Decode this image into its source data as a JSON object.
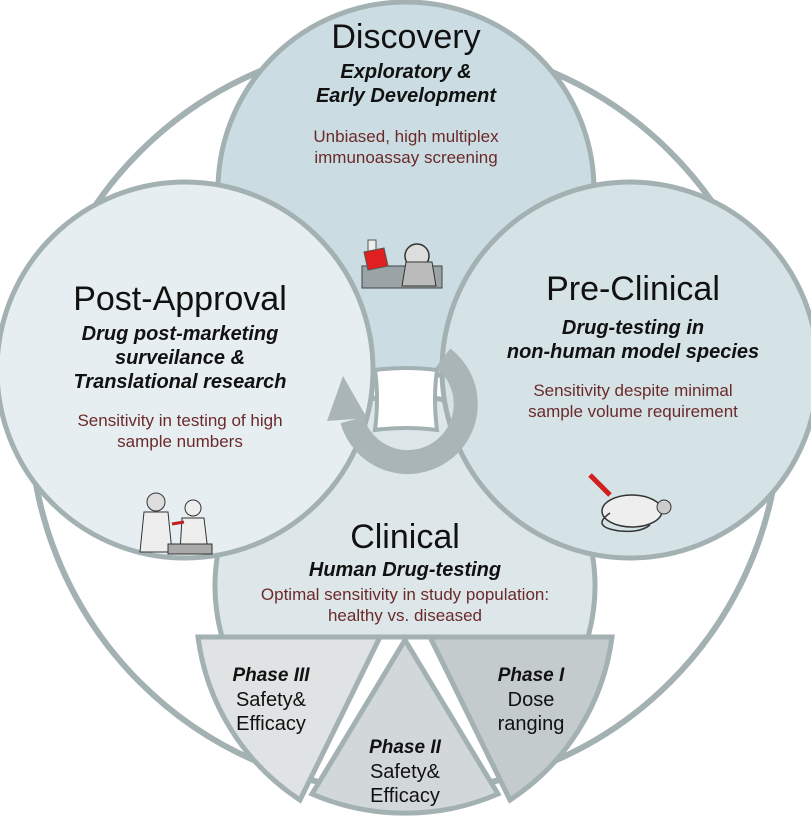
{
  "stages": {
    "discovery": {
      "title": "Discovery",
      "subtitle_line1": "Exploratory &",
      "subtitle_line2": "Early Development",
      "desc_line1": "Unbiased, high multiplex",
      "desc_line2": "immunoassay screening",
      "icon": "scientist-with-flask-icon"
    },
    "preclinical": {
      "title": "Pre-Clinical",
      "subtitle_line1": "Drug-testing in",
      "subtitle_line2": "non-human model species",
      "desc_line1": "Sensitivity despite minimal",
      "desc_line2": "sample volume requirement",
      "icon": "rat-with-syringe-icon"
    },
    "clinical": {
      "title": "Clinical",
      "subtitle_line1": "Human Drug-testing",
      "desc_line1": "Optimal sensitivity in study population:",
      "desc_line2": "healthy vs. diseased"
    },
    "postapproval": {
      "title": "Post-Approval",
      "subtitle_line1": "Drug post-marketing",
      "subtitle_line2": "surveilance &",
      "subtitle_line3": "Translational research",
      "desc_line1": "Sensitivity in testing of high",
      "desc_line2": "sample numbers",
      "icon": "nurse-with-patient-icon"
    }
  },
  "phases": [
    {
      "title": "Phase III",
      "line1": "Safety&",
      "line2": "Efficacy"
    },
    {
      "title": "Phase II",
      "line1": "Safety&",
      "line2": "Efficacy"
    },
    {
      "title": "Phase I",
      "line1": "Dose",
      "line2": "ranging"
    }
  ],
  "colors": {
    "stroke": "#a3b1b3",
    "discovery_fill": "#cbdde2",
    "preclinical_fill": "#d5e3e7",
    "postapproval_fill": "#e6eef1",
    "clinical_fill": "#dde7ea",
    "phase3_fill": "#dfe3e3",
    "phase2_fill": "#d2d8d9",
    "phase1_fill": "#c4cbcc",
    "arrow": "#a9b5b7",
    "desc_text": "#6b2a2a"
  }
}
